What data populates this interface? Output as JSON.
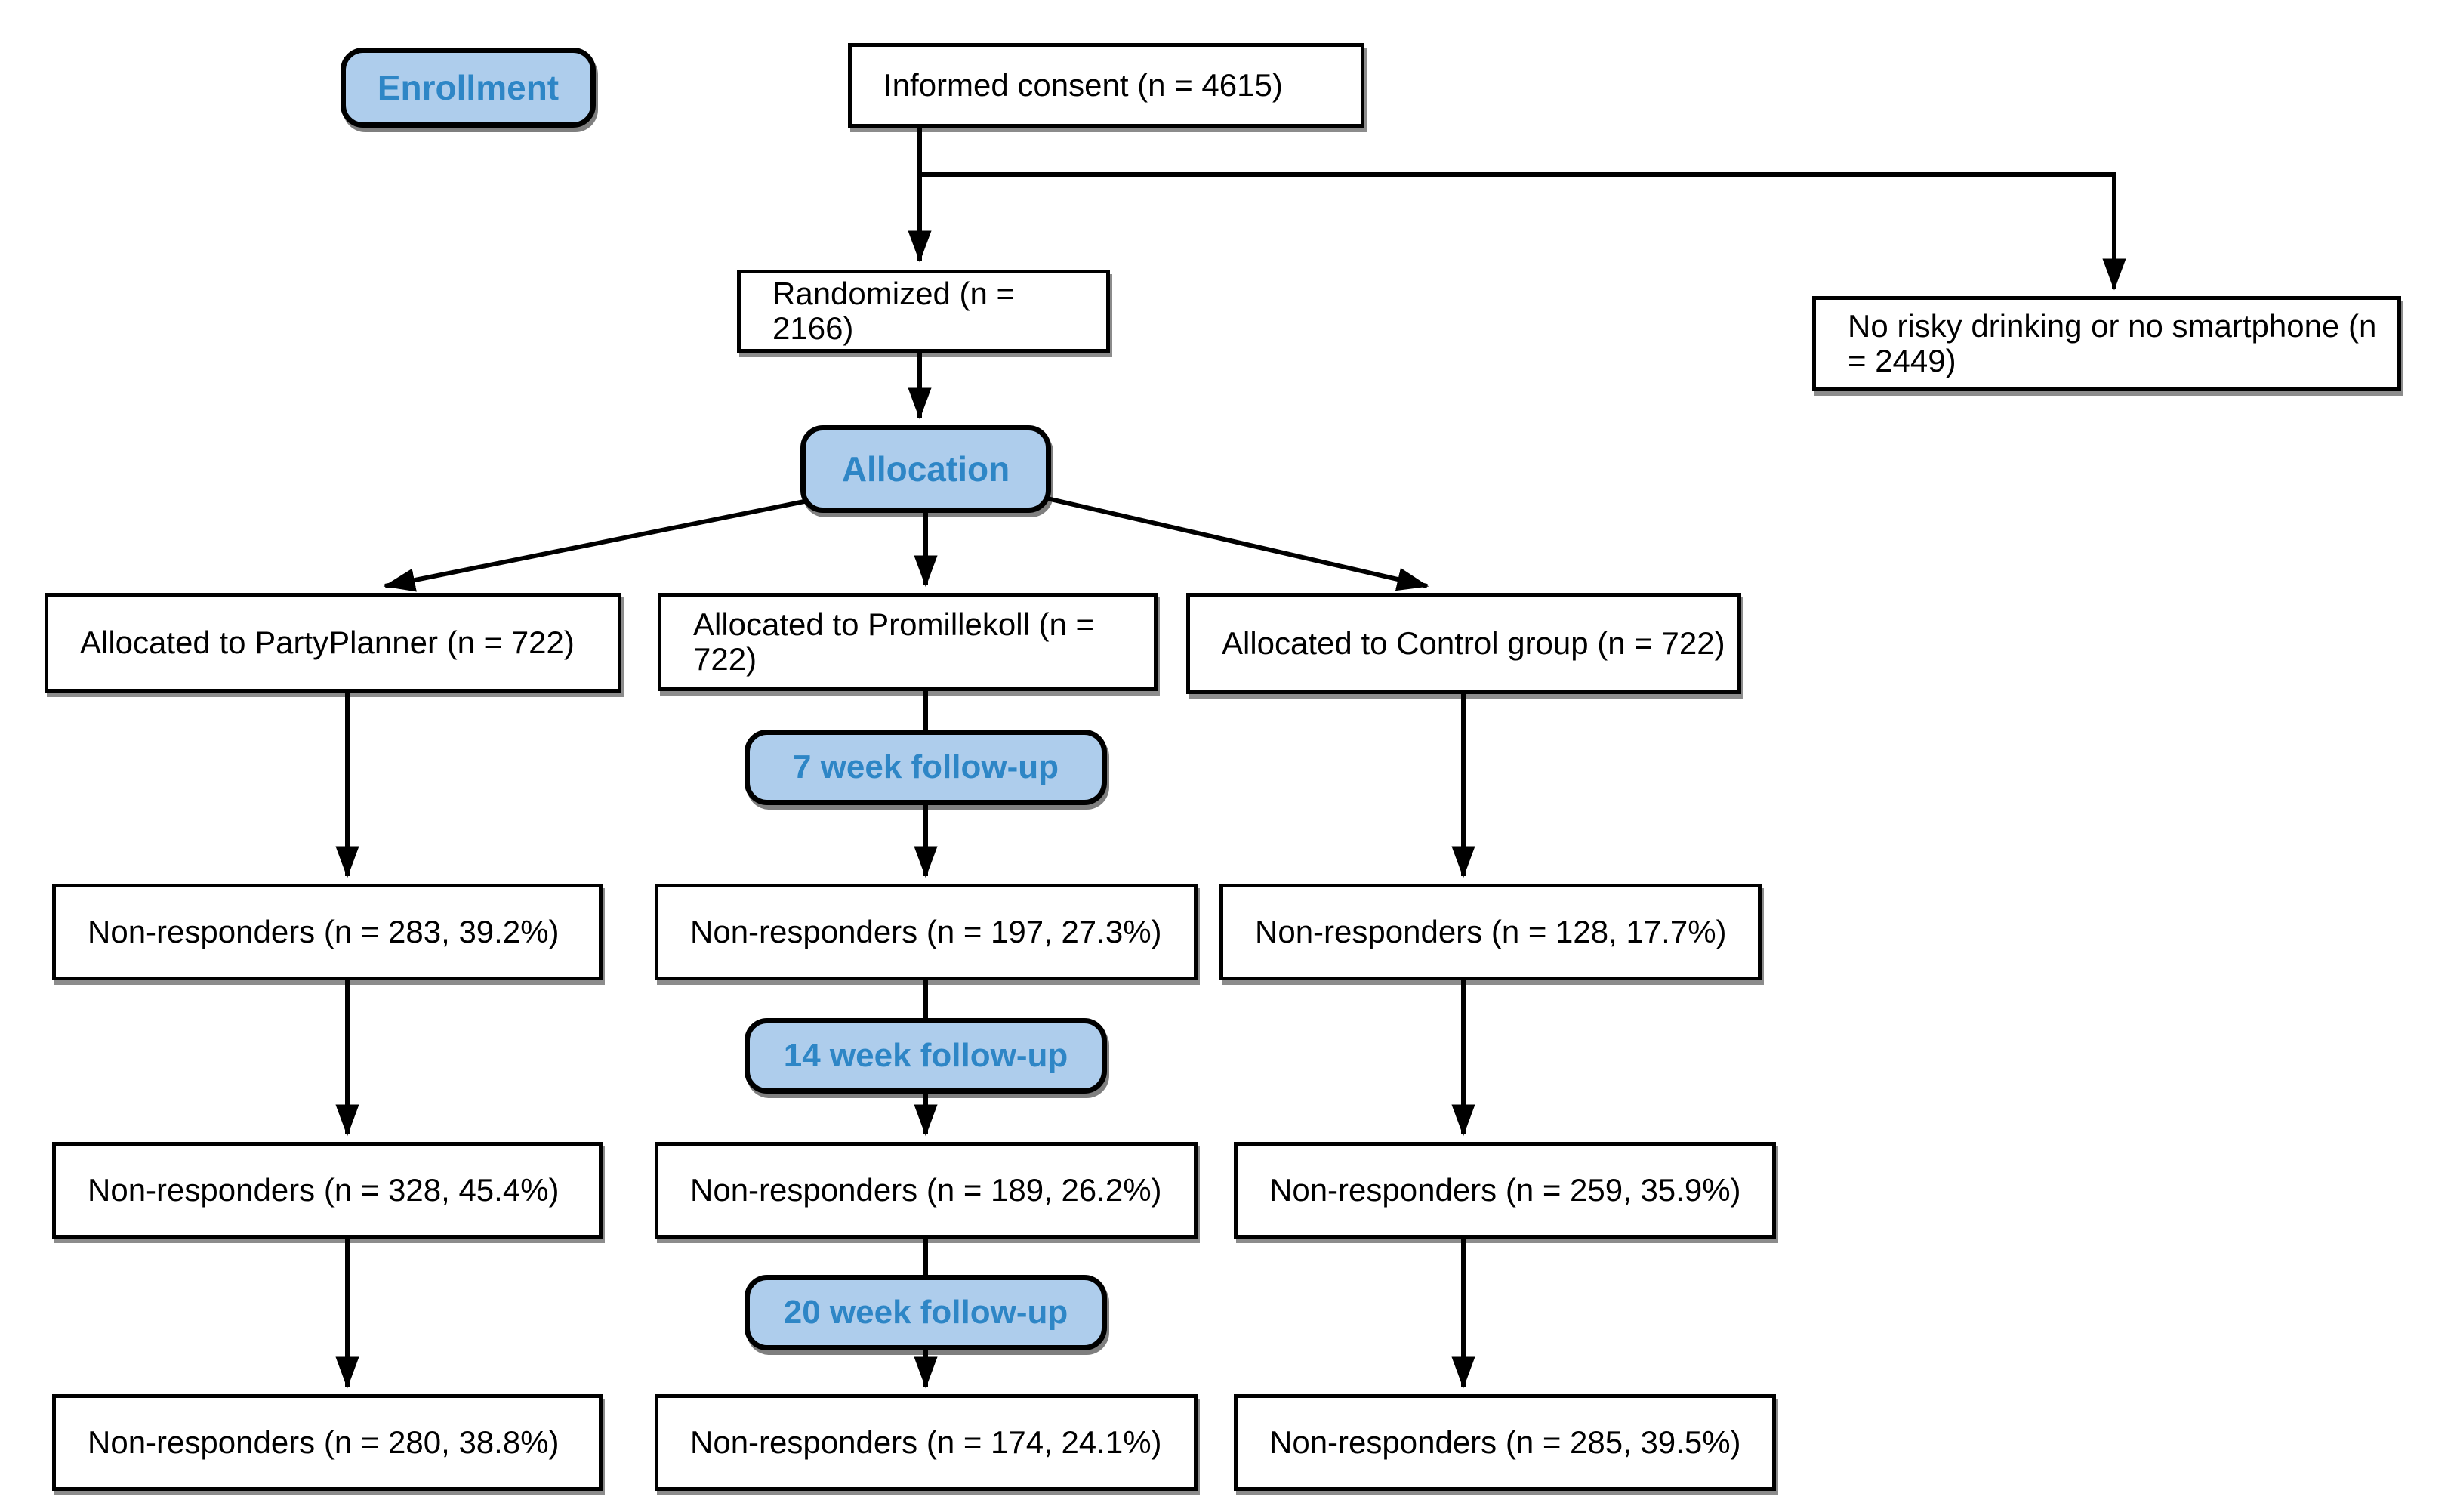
{
  "figure": {
    "stages": {
      "enrollment": "Enrollment",
      "allocation": "Allocation",
      "followup_7week": "7 week follow-up",
      "followup_14week": "14 week follow-up",
      "followup_20week": "20 week follow-up"
    },
    "nodes": {
      "informed_consent": "Informed consent (n = 4615)",
      "randomized": "Randomized (n = 2166)",
      "excluded": "No risky drinking or no smartphone (n = 2449)"
    },
    "arms": [
      {
        "allocated": "Allocated to PartyPlanner (n = 722)",
        "nonresponders_week7": "Non-responders (n = 283, 39.2%)",
        "nonresponders_week14": "Non-responders (n = 328, 45.4%)",
        "nonresponders_week20": "Non-responders (n = 280, 38.8%)"
      },
      {
        "allocated": "Allocated to Promillekoll (n = 722)",
        "nonresponders_week7": "Non-responders (n = 197, 27.3%)",
        "nonresponders_week14": "Non-responders (n = 189, 26.2%)",
        "nonresponders_week20": "Non-responders (n = 174, 24.1%)"
      },
      {
        "allocated": "Allocated to Control group (n = 722)",
        "nonresponders_week7": "Non-responders (n = 128, 17.7%)",
        "nonresponders_week14": "Non-responders (n = 259, 35.9%)",
        "nonresponders_week20": "Non-responders (n = 285, 39.5%)"
      }
    ],
    "colors": {
      "stage_fill": "#aecdec",
      "stage_text": "#2e86c6",
      "box_border": "#000000",
      "background": "#ffffff"
    }
  }
}
